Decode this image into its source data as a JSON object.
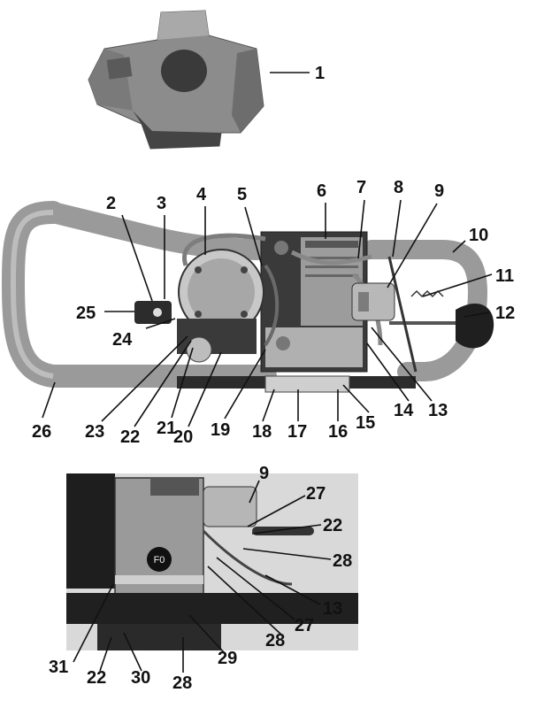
{
  "colors": {
    "background": "#ffffff",
    "ink": "#111111",
    "photo_gray": "#8a8a8a",
    "photo_dark": "#2a2a2a"
  },
  "cover_labels": [
    "1"
  ],
  "top_labels": [
    "2",
    "3",
    "4",
    "5",
    "6",
    "7",
    "8",
    "9",
    "10",
    "11",
    "12",
    "13",
    "14",
    "15",
    "16",
    "17",
    "18",
    "19",
    "20",
    "21",
    "22",
    "23",
    "24",
    "25",
    "26"
  ],
  "bottom_labels": [
    "9",
    "27",
    "22",
    "28",
    "13",
    "27",
    "28",
    "29",
    "28",
    "30",
    "22",
    "31"
  ],
  "embedded_text": {
    "motor_plate": "F0"
  }
}
